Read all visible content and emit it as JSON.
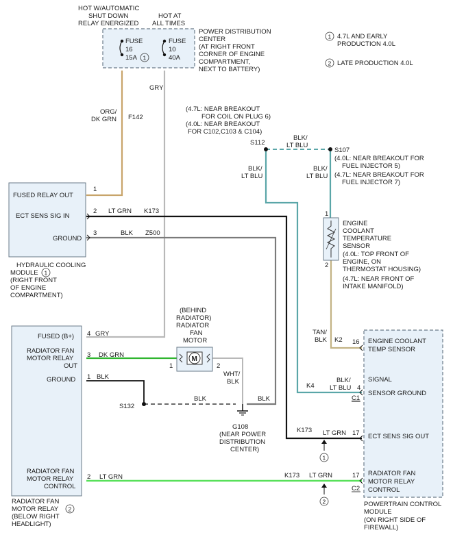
{
  "header": {
    "hot_auto_1": "HOT W/AUTOMATIC",
    "hot_auto_2": "SHUT DOWN",
    "hot_auto_3": "RELAY ENERGIZED",
    "hot_all_1": "HOT AT",
    "hot_all_2": "ALL TIMES"
  },
  "pdc": {
    "fuse16_1": "FUSE",
    "fuse16_2": "16",
    "fuse16_3": "15A",
    "fuse10_1": "FUSE",
    "fuse10_2": "10",
    "fuse10_3": "40A",
    "label_1": "POWER DISTRIBUTION",
    "label_2": "CENTER",
    "label_3": "(AT RIGHT FRONT",
    "label_4": "CORNER OF ENGINE",
    "label_5": "COMPARTMENT,",
    "label_6": "NEXT TO BATTERY)"
  },
  "legend": {
    "n1": "1",
    "l1a": "4.7L AND EARLY",
    "l1b": "PRODUCTION 4.0L",
    "n2": "2",
    "l2": "LATE PRODUCTION 4.0L"
  },
  "wires": {
    "gry_top": "GRY",
    "org_1": "ORG/",
    "org_2": "DK GRN",
    "f142": "F142",
    "s112_n1": "(4.7L: NEAR BREAKOUT",
    "s112_n2": "FOR COIL ON PLUG 6)",
    "s112_n3": "(4.0L: NEAR BREAKOUT",
    "s112_n4": "FOR C102,C103 & C104)",
    "s112": "S112",
    "blk_blu_top_1": "BLK/",
    "blk_blu_top_2": "LT BLU",
    "s107": "S107",
    "s107_n1": "(4.0L: NEAR BREAKOUT FOR",
    "s107_n2": "FUEL INJECTOR 5)",
    "s107_n3": "(4.7L: NEAR BREAKOUT FOR",
    "s107_n4": "FUEL INJECTOR 7)",
    "blk_blu_l_1": "BLK/",
    "blk_blu_l_2": "LT BLU",
    "blk_blu_r_1": "BLK/",
    "blk_blu_r_2": "LT BLU",
    "p1": "1",
    "ltgrn_top": "LT GRN",
    "k173_top": "K173",
    "p2": "2",
    "p3": "3",
    "blk_mid": "BLK",
    "z500": "Z500",
    "p4": "4",
    "gry_fuse": "GRY",
    "p3b": "3",
    "dkgrn": "DK GRN",
    "p1b": "1",
    "blk_gnd": "BLK",
    "m1": "1",
    "m2": "2",
    "wht_1": "WHT/",
    "wht_2": "BLK",
    "s132": "S132",
    "blk_s132": "BLK",
    "blk_g108": "BLK",
    "g108_1": "G108",
    "g108_2": "(NEAR POWER",
    "g108_3": "DISTRIBUTION",
    "g108_4": "CENTER)",
    "tan_1": "TAN/",
    "tan_2": "BLK",
    "k2": "K2",
    "p16": "16",
    "k4": "K4",
    "blk_blu_c1_1": "BLK/",
    "blk_blu_c1_2": "LT BLU",
    "p4c": "4",
    "c1": "C1",
    "k173_mid": "K173",
    "ltgrn_mid": "LT GRN",
    "p17a": "17",
    "note1": "1",
    "p2c": "2",
    "ltgrn_bot": "LT GRN",
    "k173_bot": "K173",
    "ltgrn_bot2": "LT GRN",
    "p17b": "17",
    "c2": "C2",
    "note2": "2"
  },
  "hcm": {
    "fused_out": "FUSED RELAY OUT",
    "ect": "ECT SENS SIG IN",
    "ground": "GROUND",
    "label_1": "HYDRAULIC COOLING",
    "label_2": "MODULE",
    "label_n": "1",
    "label_3": "(RIGHT FRONT",
    "label_4": "OF ENGINE",
    "label_5": "COMPARTMENT)"
  },
  "relay": {
    "fused": "FUSED (B+)",
    "out_1": "RADIATOR FAN",
    "out_2": "MOTOR RELAY",
    "out_3": "OUT",
    "ground": "GROUND",
    "ctl_1": "RADIATOR FAN",
    "ctl_2": "MOTOR RELAY",
    "ctl_3": "CONTROL",
    "label_1": "RADIATOR FAN",
    "label_2": "MOTOR RELAY",
    "label_n": "2",
    "label_3": "(BELOW RIGHT",
    "label_4": "HEADLIGHT)"
  },
  "motor": {
    "l1": "(BEHIND",
    "l2": "RADIATOR)",
    "l3": "RADIATOR",
    "l4": "FAN",
    "l5": "MOTOR",
    "symbol": "M"
  },
  "sensor": {
    "l1": "ENGINE",
    "l2": "COOLANT",
    "l3": "TEMPERATURE",
    "l4": "SENSOR",
    "l5": "(4.0L: TOP FRONT OF",
    "l6": "ENGINE, ON",
    "l7": "THERMOSTAT HOUSING)",
    "l8": "(4.7L: NEAR FRONT OF",
    "l9": "INTAKE MANIFOLD)"
  },
  "pcm": {
    "ect_1": "ENGINE COOLANT",
    "ect_2": "TEMP SENSOR",
    "sig_1": "SIGNAL",
    "sig_2": "SENSOR GROUND",
    "ectout": "ECT SENS SIG OUT",
    "ctl_1": "RADIATOR FAN",
    "ctl_2": "MOTOR RELAY",
    "ctl_3": "CONTROL",
    "label_1": "POWERTRAIN CONTROL",
    "label_2": "MODULE",
    "label_3": "(ON RIGHT SIDE OF",
    "label_4": "FIREWALL)"
  },
  "colors": {
    "org_wire": "#c8a46a",
    "gry_wire": "#b8b8b8",
    "blk_wire": "#111111",
    "teal_wire": "#5aa6a8",
    "green_wire": "#2fb52f",
    "lime_wire": "#58e05a",
    "tan_wire": "#c2b284"
  }
}
